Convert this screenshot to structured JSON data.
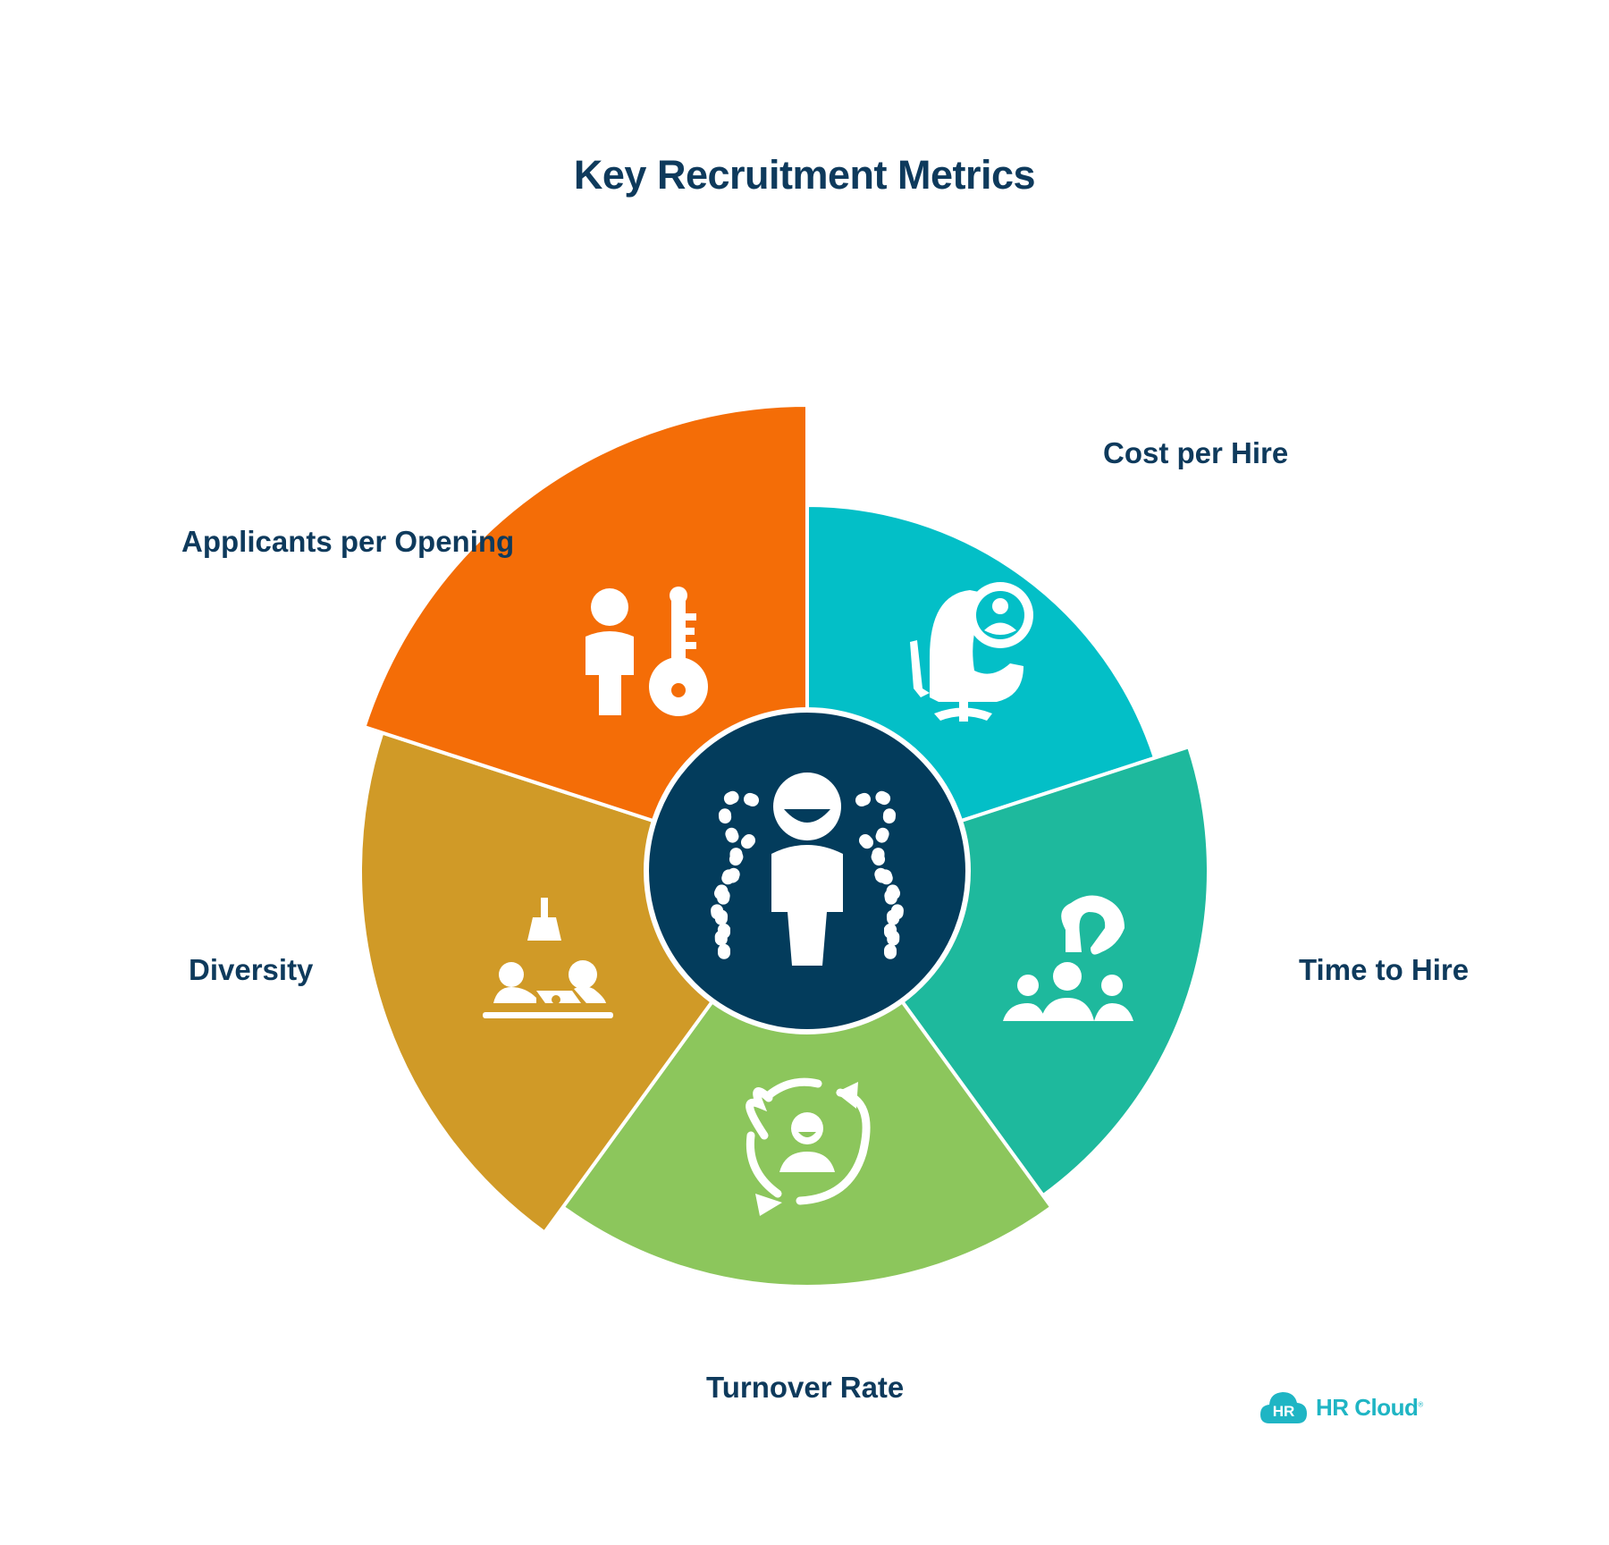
{
  "title": "Key Recruitment Metrics",
  "segments": [
    {
      "label": "Cost per Hire",
      "color": "#03bfc7",
      "icon": "office-chair-person-icon"
    },
    {
      "label": "Time to Hire",
      "color": "#1eb99d",
      "icon": "hook-hiring-team-icon"
    },
    {
      "label": "Turnover Rate",
      "color": "#8cc65c",
      "icon": "person-refresh-cycle-icon"
    },
    {
      "label": "Diversity",
      "color": "#d09a27",
      "icon": "meeting-desk-bell-icon"
    },
    {
      "label": "Applicants per Opening",
      "color": "#f46d07",
      "icon": "person-key-icon"
    }
  ],
  "center": {
    "color": "#033c5c",
    "icon": "person-dotted-outline-icon"
  },
  "logo": {
    "badge": "HR",
    "text": "HR Cloud",
    "mark": "®",
    "color": "#1fb5c4"
  }
}
